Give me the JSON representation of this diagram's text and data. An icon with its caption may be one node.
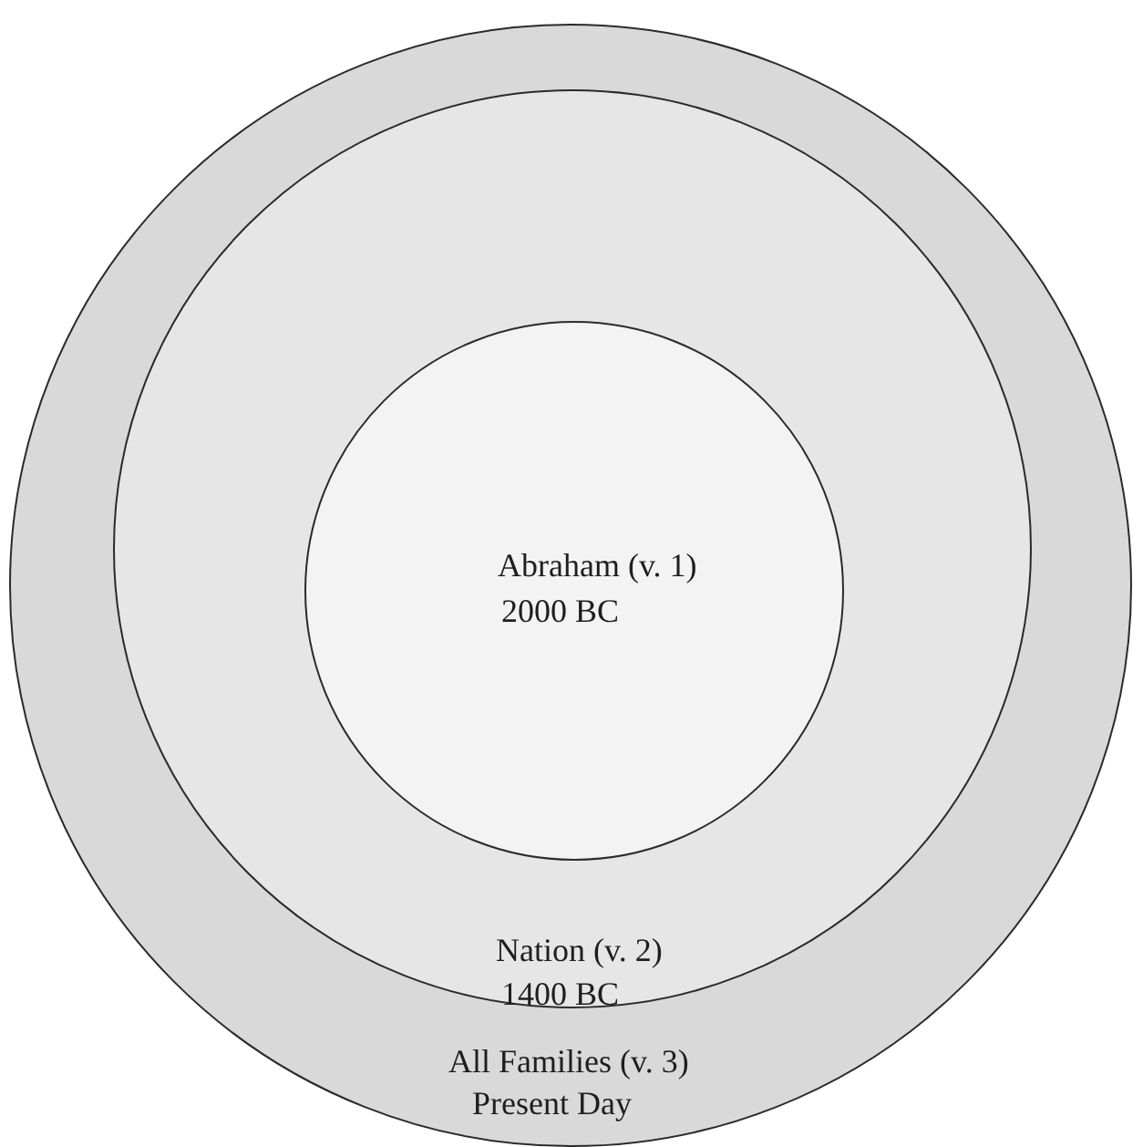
{
  "diagram": {
    "nodes": [
      {
        "text": [
          "All Families (v. 3)",
          "Present Day"
        ]
      },
      {
        "text": [
          "Nation (v. 2)",
          "1400 BC"
        ],
        "in": 0
      },
      {
        "text": [
          "Abraham (v. 1)",
          "2000 BC"
        ],
        "in": 1
      }
    ]
  }
}
